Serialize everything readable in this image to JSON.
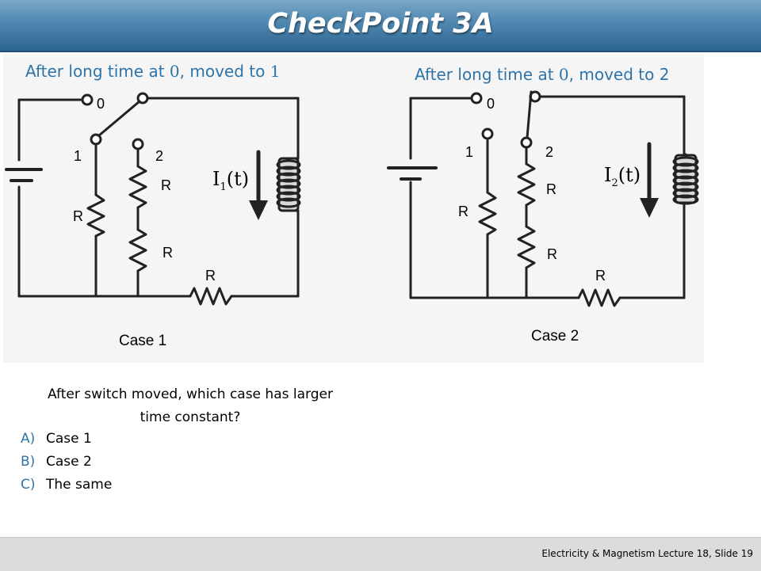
{
  "slide": {
    "title": "CheckPoint 3A",
    "footer": "Electricity & Magnetism  Lecture 18, Slide 19"
  },
  "case1": {
    "heading_text": "After long time at ",
    "heading_from": "0",
    "heading_mid": ", moved to ",
    "heading_to": "1",
    "label": "Case 1",
    "current_label": "I",
    "current_subscript": "1",
    "current_suffix": "(t)",
    "terminal_labels": [
      "0",
      "1",
      "2"
    ],
    "resistor_labels": [
      "R",
      "R",
      "R",
      "R"
    ]
  },
  "case2": {
    "heading_text": "After long time at ",
    "heading_from": "0",
    "heading_mid": ", moved to ",
    "heading_to": "2",
    "label": "Case 2",
    "current_label": "I",
    "current_subscript": "2",
    "current_suffix": "(t)",
    "terminal_labels": [
      "0",
      "1",
      "2"
    ],
    "resistor_labels": [
      "R",
      "R",
      "R",
      "R"
    ]
  },
  "question": {
    "text": "After switch moved, which case has larger time constant?",
    "options": [
      {
        "letter": "A)",
        "text": "Case 1"
      },
      {
        "letter": "B)",
        "text": "Case 2"
      },
      {
        "letter": "C)",
        "text": "The same"
      }
    ]
  },
  "colors": {
    "title_bar": "#4f87b0",
    "accent_text": "#2f74a8",
    "diagram_background": "#f5f5f5",
    "wire": "#222222"
  }
}
